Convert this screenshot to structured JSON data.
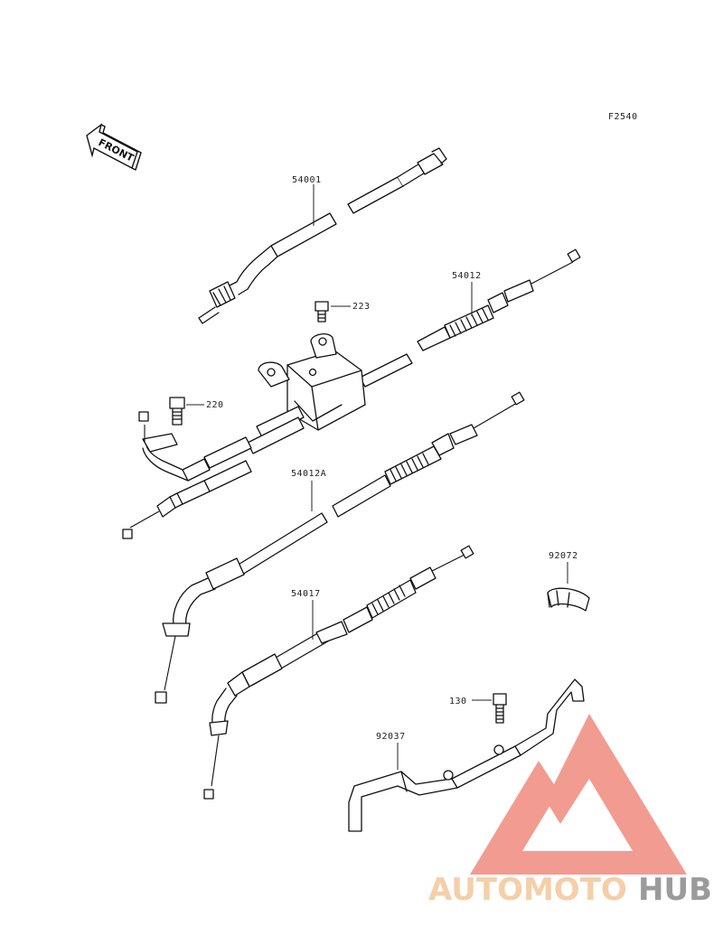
{
  "diagram": {
    "figure_code": "F2540",
    "front_label": "FRONT",
    "parts": [
      {
        "id": "p54001",
        "label": "54001"
      },
      {
        "id": "p54012",
        "label": "54012"
      },
      {
        "id": "p223",
        "label": "223"
      },
      {
        "id": "p220",
        "label": "220"
      },
      {
        "id": "p54012A",
        "label": "54012A"
      },
      {
        "id": "p92072",
        "label": "92072"
      },
      {
        "id": "p54017",
        "label": "54017"
      },
      {
        "id": "p130",
        "label": "130"
      },
      {
        "id": "p92037",
        "label": "92037"
      }
    ]
  },
  "watermark": {
    "brand_part1": "AUTOMOTO",
    "brand_part2": "HUB",
    "color_primary": "#f08a7e",
    "color_secondary": "#f3c79a",
    "color_hub": "#8a8a8a"
  }
}
